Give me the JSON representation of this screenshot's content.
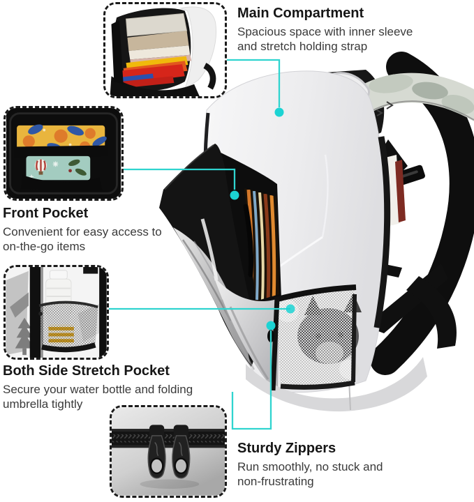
{
  "accent_color": "#2FD4CF",
  "callouts": {
    "main_compartment": {
      "title": "Main Compartment",
      "description": "Spacious space with inner sleeve and stretch holding strap"
    },
    "front_pocket": {
      "title": "Front Pocket",
      "description": "Convenient for easy access to on-the-go items"
    },
    "side_pocket": {
      "title": "Both Side Stretch Pocket",
      "description": "Secure your water bottle and folding umbrella tightly"
    },
    "zippers": {
      "title": "Sturdy Zippers",
      "description": "Run smoothly, no stuck and non-frustrating"
    }
  }
}
